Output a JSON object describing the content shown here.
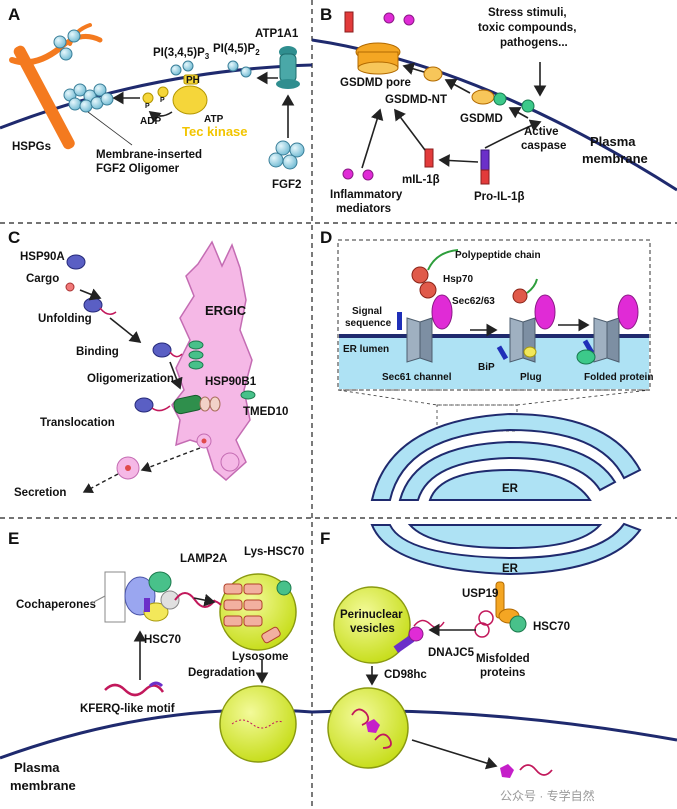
{
  "panels": {
    "A": {
      "label": "A",
      "atp1a1": "ATP1A1",
      "pip3": "PI(3,4,5)P",
      "pip3_sub": "3",
      "pip2": "PI(4,5)P",
      "pip2_sub": "2",
      "ph": "PH",
      "p": "P",
      "adp": "ADP",
      "atp": "ATP",
      "tec_kinase": "Tec kinase",
      "hspgs": "HSPGs",
      "oligomer_line1": "Membrane-inserted",
      "oligomer_line2": "FGF2 Oligomer",
      "fgf2": "FGF2"
    },
    "B": {
      "label": "B",
      "stress_line1": "Stress stimuli,",
      "stress_line2": "toxic compounds,",
      "stress_line3": "pathogens...",
      "gsdmd_pore": "GSDMD pore",
      "gsdmd_nt": "GSDMD-NT",
      "gsdmd": "GSDMD",
      "active_caspase_line1": "Active",
      "active_caspase_line2": "caspase",
      "plasma_membrane_line1": "Plasma",
      "plasma_membrane_line2": "membrane",
      "mil1b": "mIL-1β",
      "pro_il1b": "Pro-IL-1β",
      "inflammatory_line1": "Inflammatory",
      "inflammatory_line2": "mediators"
    },
    "C": {
      "label": "C",
      "hsp90a": "HSP90A",
      "cargo": "Cargo",
      "unfolding": "Unfolding",
      "binding": "Binding",
      "oligomerization": "Oligomerization",
      "translocation": "Translocation",
      "ergic": "ERGIC",
      "hsp90b1": "HSP90B1",
      "tmed10": "TMED10",
      "secretion": "Secretion"
    },
    "D": {
      "label": "D",
      "polypeptide_chain": "Polypeptide chain",
      "hsp70": "Hsp70",
      "sec62_63": "Sec62/63",
      "signal_line1": "Signal",
      "signal_line2": "sequence",
      "er_lumen": "ER lumen",
      "sec61": "Sec61 channel",
      "bip": "BiP",
      "plug": "Plug",
      "folded_protein": "Folded protein",
      "er": "ER"
    },
    "E": {
      "label": "E",
      "cochaperones": "Cochaperones",
      "lamp2a": "LAMP2A",
      "lys_hsc70": "Lys-HSC70",
      "hsc70": "HSC70",
      "lysosome": "Lysosome",
      "degradation": "Degradation",
      "kferq": "KFERQ-like motif",
      "plasma_membrane_line1": "Plasma",
      "plasma_membrane_line2": "membrane"
    },
    "F": {
      "label": "F",
      "er": "ER",
      "usp19": "USP19",
      "perinuclear_line1": "Perinuclear",
      "perinuclear_line2": "vesicles",
      "hsc70": "HSC70",
      "dnajc5": "DNAJC5",
      "cd98hc": "CD98hc",
      "misfolded_line1": "Misfolded",
      "misfolded_line2": "proteins"
    }
  },
  "watermark": "公众号 · 专学自然",
  "colors": {
    "membrane": "#1f2a6e",
    "lysosome": "#d7ea3c",
    "ergic": "#f5b8e6",
    "er_lumen": "#aee2f4",
    "tec": "#f2c500",
    "hspg": "#f47a1f",
    "magenta": "#e02bd6"
  }
}
